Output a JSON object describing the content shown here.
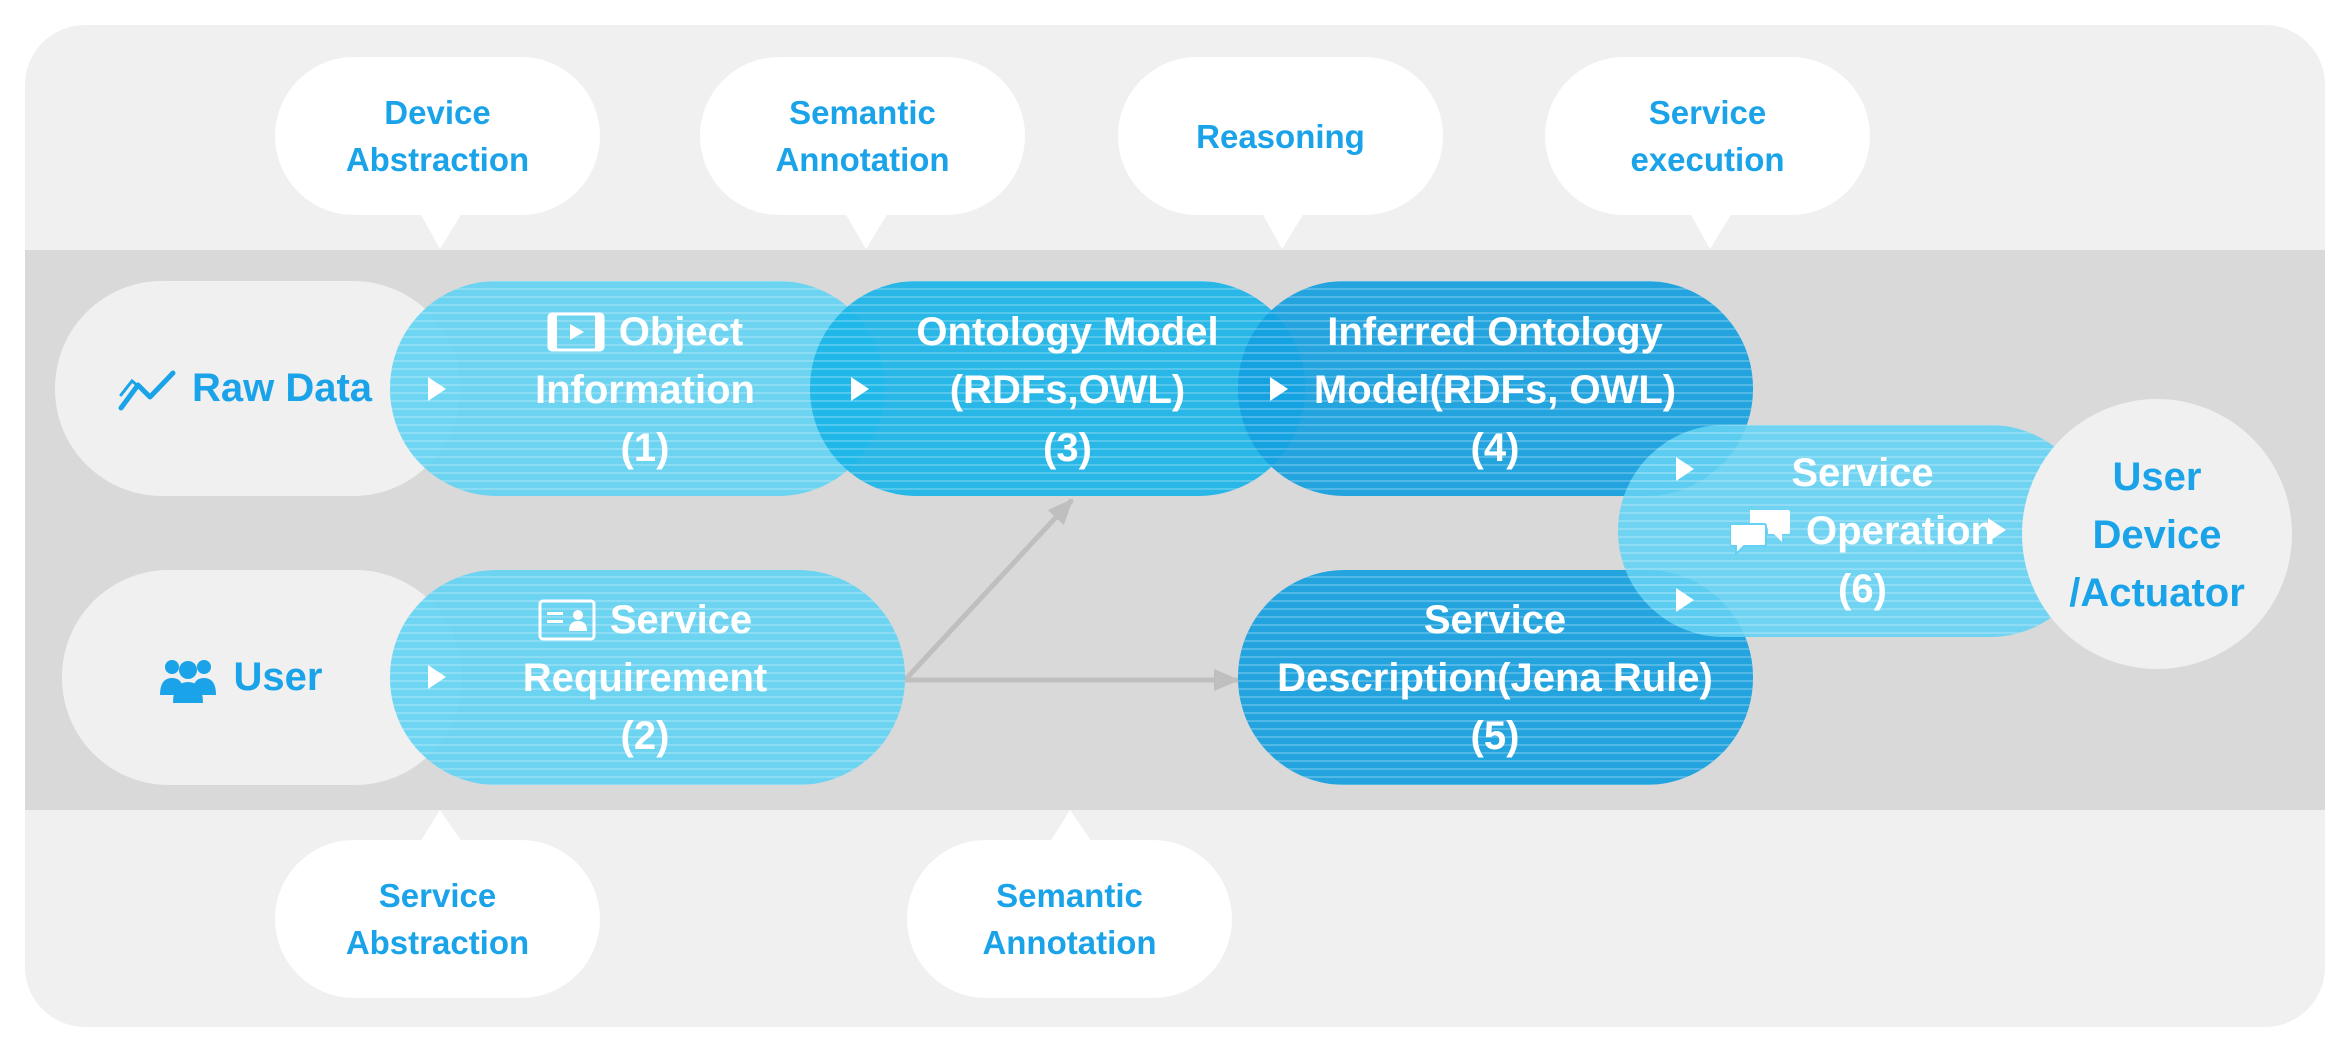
{
  "top_bubbles": [
    {
      "id": "device-abstraction",
      "lines": [
        "Device",
        "Abstraction"
      ]
    },
    {
      "id": "semantic-annotation-top",
      "lines": [
        "Semantic",
        "Annotation"
      ]
    },
    {
      "id": "reasoning",
      "lines": [
        "Reasoning"
      ]
    },
    {
      "id": "service-execution",
      "lines": [
        "Service",
        "execution"
      ]
    }
  ],
  "bottom_bubbles": [
    {
      "id": "service-abstraction",
      "lines": [
        "Service",
        "Abstraction"
      ]
    },
    {
      "id": "semantic-annotation-bottom",
      "lines": [
        "Semantic",
        "Annotation"
      ]
    }
  ],
  "sources": {
    "raw_data": {
      "label": "Raw Data",
      "icon": "line-chart-icon"
    },
    "user": {
      "label": "User",
      "icon": "users-icon"
    }
  },
  "stages": {
    "object_information": {
      "lines": [
        "Object",
        "Information",
        "(1)"
      ],
      "icon": "video-icon"
    },
    "service_requirement": {
      "lines": [
        "Service",
        "Requirement",
        "(2)"
      ],
      "icon": "id-card-icon"
    },
    "ontology_model": {
      "lines": [
        "Ontology Model",
        "(RDFs,OWL)",
        "(3)"
      ]
    },
    "inferred_ontology": {
      "lines": [
        "Inferred Ontology",
        "Model(RDFs, OWL)",
        "(4)"
      ]
    },
    "service_description": {
      "lines": [
        "Service",
        "Description(Jena Rule)",
        "(5)"
      ]
    },
    "service_operation": {
      "lines": [
        "Service",
        "Operation",
        "(6)"
      ],
      "icon": "chat-icon"
    }
  },
  "target": {
    "lines": [
      "User",
      "Device",
      "/Actuator"
    ]
  },
  "colors": {
    "light_blue": "#63d2f3",
    "mid_blue": "#1ab4e8",
    "deep_blue": "#139fe0",
    "text_blue": "#1aa3e8",
    "arrow_gray": "#bfbfbf"
  }
}
